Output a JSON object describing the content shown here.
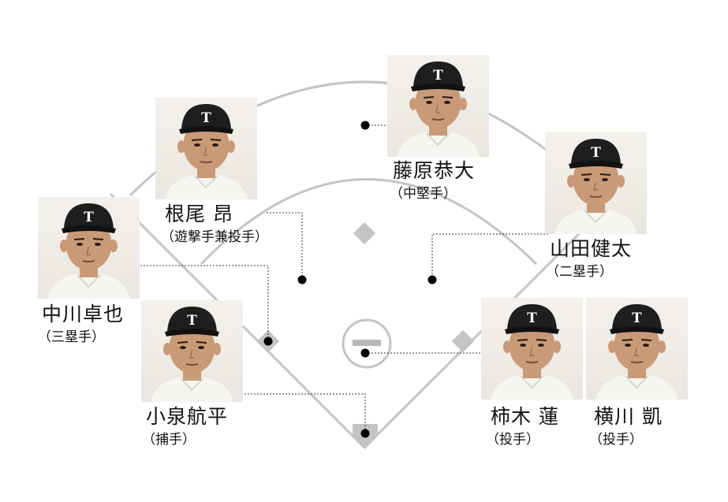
{
  "players": [
    {
      "id": "fujiwara",
      "name": "藤原恭大",
      "role": "（中堅手）"
    },
    {
      "id": "ne",
      "name": "根尾 昂",
      "role": "（遊撃手兼投手）"
    },
    {
      "id": "yamada",
      "name": "山田健太",
      "role": "（二塁手）"
    },
    {
      "id": "nakagawa",
      "name": "中川卓也",
      "role": "（三塁手）"
    },
    {
      "id": "koizumi",
      "name": "小泉航平",
      "role": "（捕手）"
    },
    {
      "id": "kakigi",
      "name": "柿木 蓮",
      "role": "（投手）"
    },
    {
      "id": "yokokawa",
      "name": "横川 凱",
      "role": "（投手）"
    }
  ],
  "colors": {
    "field_line": "#c4c4c4",
    "base": "#c4c4c4",
    "marker": "#000000",
    "leader_line": "#333333",
    "cap": "#1e1e1e",
    "cap_logo": "#ffffff",
    "uniform": "#f5f5f2",
    "skin": "#c99a78"
  },
  "icons": {
    "cap_logo": "T",
    "base": "diamond",
    "pitcher_plate": "circle-with-bar"
  }
}
